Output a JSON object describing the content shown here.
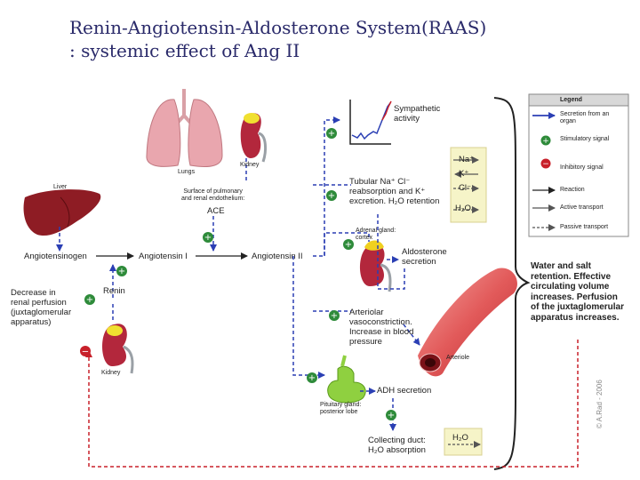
{
  "title": {
    "line1": "Renin-Angiotensin-Aldosterone System(RAAS)",
    "line2": ": systemic effect of Ang II"
  },
  "labels": {
    "lungs": "Lungs",
    "kidney_top": "Kidney",
    "surface_l1": "Surface of pulmonary",
    "surface_l2": "and renal endothelium:",
    "ace": "ACE",
    "liver": "Liver",
    "angiotensinogen": "Angiotensinogen",
    "angiotensin1": "Angiotensin I",
    "angiotensin2": "Angiotensin II",
    "decrease_l1": "Decrease in",
    "decrease_l2": "renal perfusion",
    "decrease_l3": "(juxtaglomerular",
    "decrease_l4": "apparatus)",
    "renin": "Renin",
    "kidney_bottom": "Kidney",
    "sympathetic_l1": "Sympathetic",
    "sympathetic_l2": "activity",
    "tubular_l1": "Tubular Na⁺ Cl⁻",
    "tubular_l2": "reabsorption and K⁺",
    "tubular_l3": "excretion. H₂O retention",
    "ion_na": "Na⁺",
    "ion_k": "K⁺",
    "ion_cl": "Cl⁻",
    "ion_h2o": "H₂O",
    "adrenal_l1": "Adrenal gland:",
    "adrenal_l2": "cortex",
    "aldosterone_l1": "Aldosterone",
    "aldosterone_l2": "secretion",
    "arteriolar_l1": "Arteriolar",
    "arteriolar_l2": "vasoconstriction.",
    "arteriolar_l3": "Increase in blood",
    "arteriolar_l4": "pressure",
    "arteriole": "Arteriole",
    "pituitary_l1": "Pituitary gland:",
    "pituitary_l2": "posterior lobe",
    "adh": "ADH secretion",
    "collecting_l1": "Collecting duct:",
    "collecting_l2": "H₂O absorption",
    "h2o_box": "H₂O",
    "water_l1": "Water and salt",
    "water_l2": "retention. Effective",
    "water_l3": "circulating volume",
    "water_l4": "increases. Perfusion",
    "water_l5": "of the juxtaglomerular",
    "water_l6": "apparatus increases.",
    "copyright": "© A.Rad - 2006"
  },
  "legend": {
    "title": "Legend",
    "items": [
      {
        "label": "Secretion from an organ"
      },
      {
        "label": "Stimulatory signal"
      },
      {
        "label": "Inhibitory signal"
      },
      {
        "label": "Reaction"
      },
      {
        "label": "Active transport"
      },
      {
        "label": "Passive transport"
      }
    ]
  },
  "colors": {
    "secretion": "#2b3fb4",
    "stimulatory": "#2e8b3a",
    "inhibitory": "#c8202a",
    "reaction": "#222222",
    "title": "#2a2a6a"
  }
}
